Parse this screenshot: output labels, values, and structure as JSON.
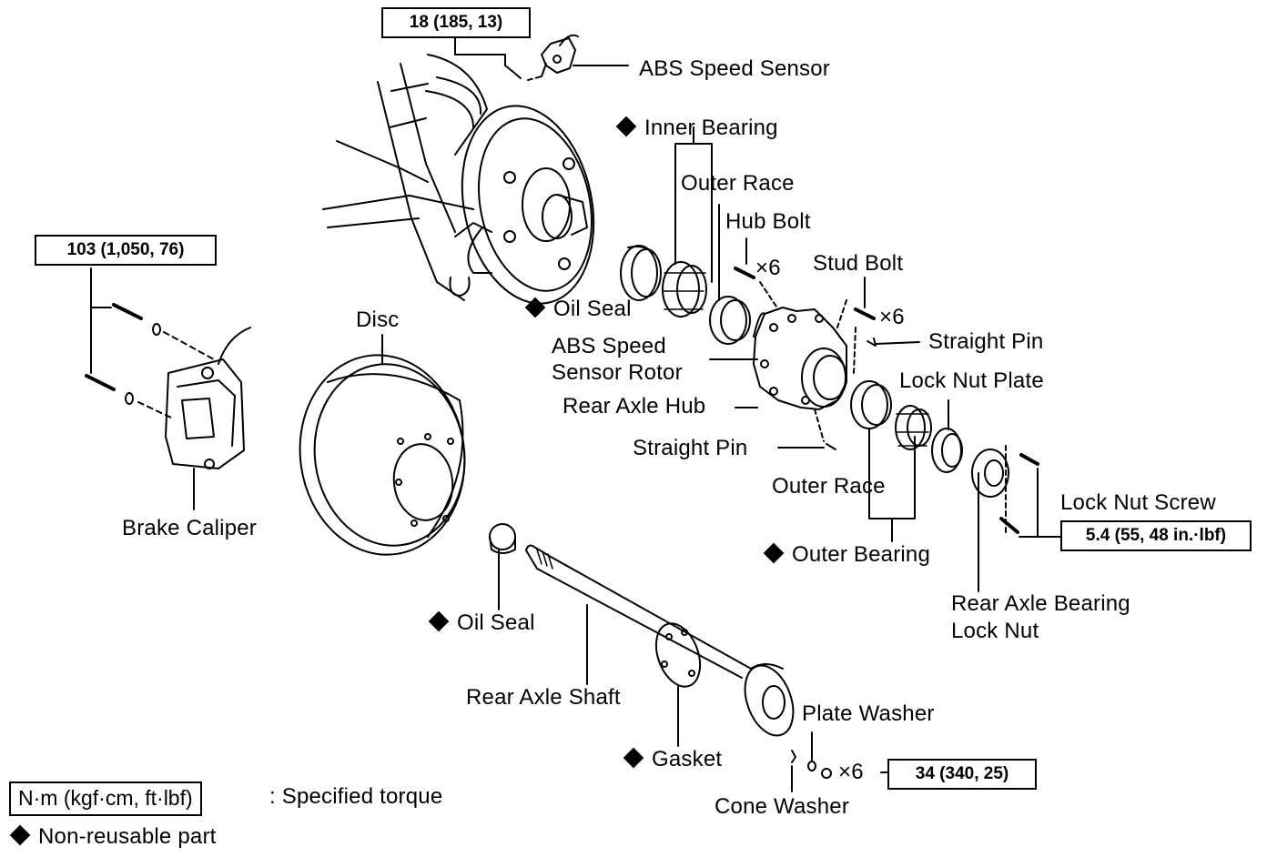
{
  "labels": {
    "abs_speed_sensor": "ABS Speed Sensor",
    "inner_bearing": "Inner Bearing",
    "outer_race_top": "Outer Race",
    "hub_bolt": "Hub Bolt",
    "hub_bolt_qty": "×6",
    "stud_bolt": "Stud Bolt",
    "stud_bolt_qty": "×6",
    "oil_seal_top": "Oil Seal",
    "straight_pin_top": "Straight Pin",
    "abs_rotor_line1": "ABS Speed",
    "abs_rotor_line2": "Sensor Rotor",
    "lock_nut_plate": "Lock Nut Plate",
    "rear_axle_hub": "Rear Axle Hub",
    "disc": "Disc",
    "straight_pin_bottom": "Straight Pin",
    "outer_race_bottom": "Outer Race",
    "lock_nut_screw": "Lock Nut Screw",
    "brake_caliper": "Brake Caliper",
    "outer_bearing": "Outer Bearing",
    "oil_seal_bottom": "Oil Seal",
    "rear_axle_bearing_line1": "Rear Axle Bearing",
    "rear_axle_bearing_line2": "Lock Nut",
    "rear_axle_shaft": "Rear Axle Shaft",
    "plate_washer": "Plate Washer",
    "plate_washer_qty": "×6",
    "gasket": "Gasket",
    "cone_washer": "Cone Washer"
  },
  "torques": {
    "sensor_bolt": "18 (185, 13)",
    "caliper_bolt": "103 (1,050, 76)",
    "lock_nut_screw": "5.4 (55, 48 in.·lbf)",
    "shaft_nut": "34 (340, 25)"
  },
  "legend": {
    "unit_box": "N·m (kgf·cm, ft·lbf)",
    "unit_text": ": Specified torque",
    "nonreusable_text": "Non-reusable part"
  }
}
